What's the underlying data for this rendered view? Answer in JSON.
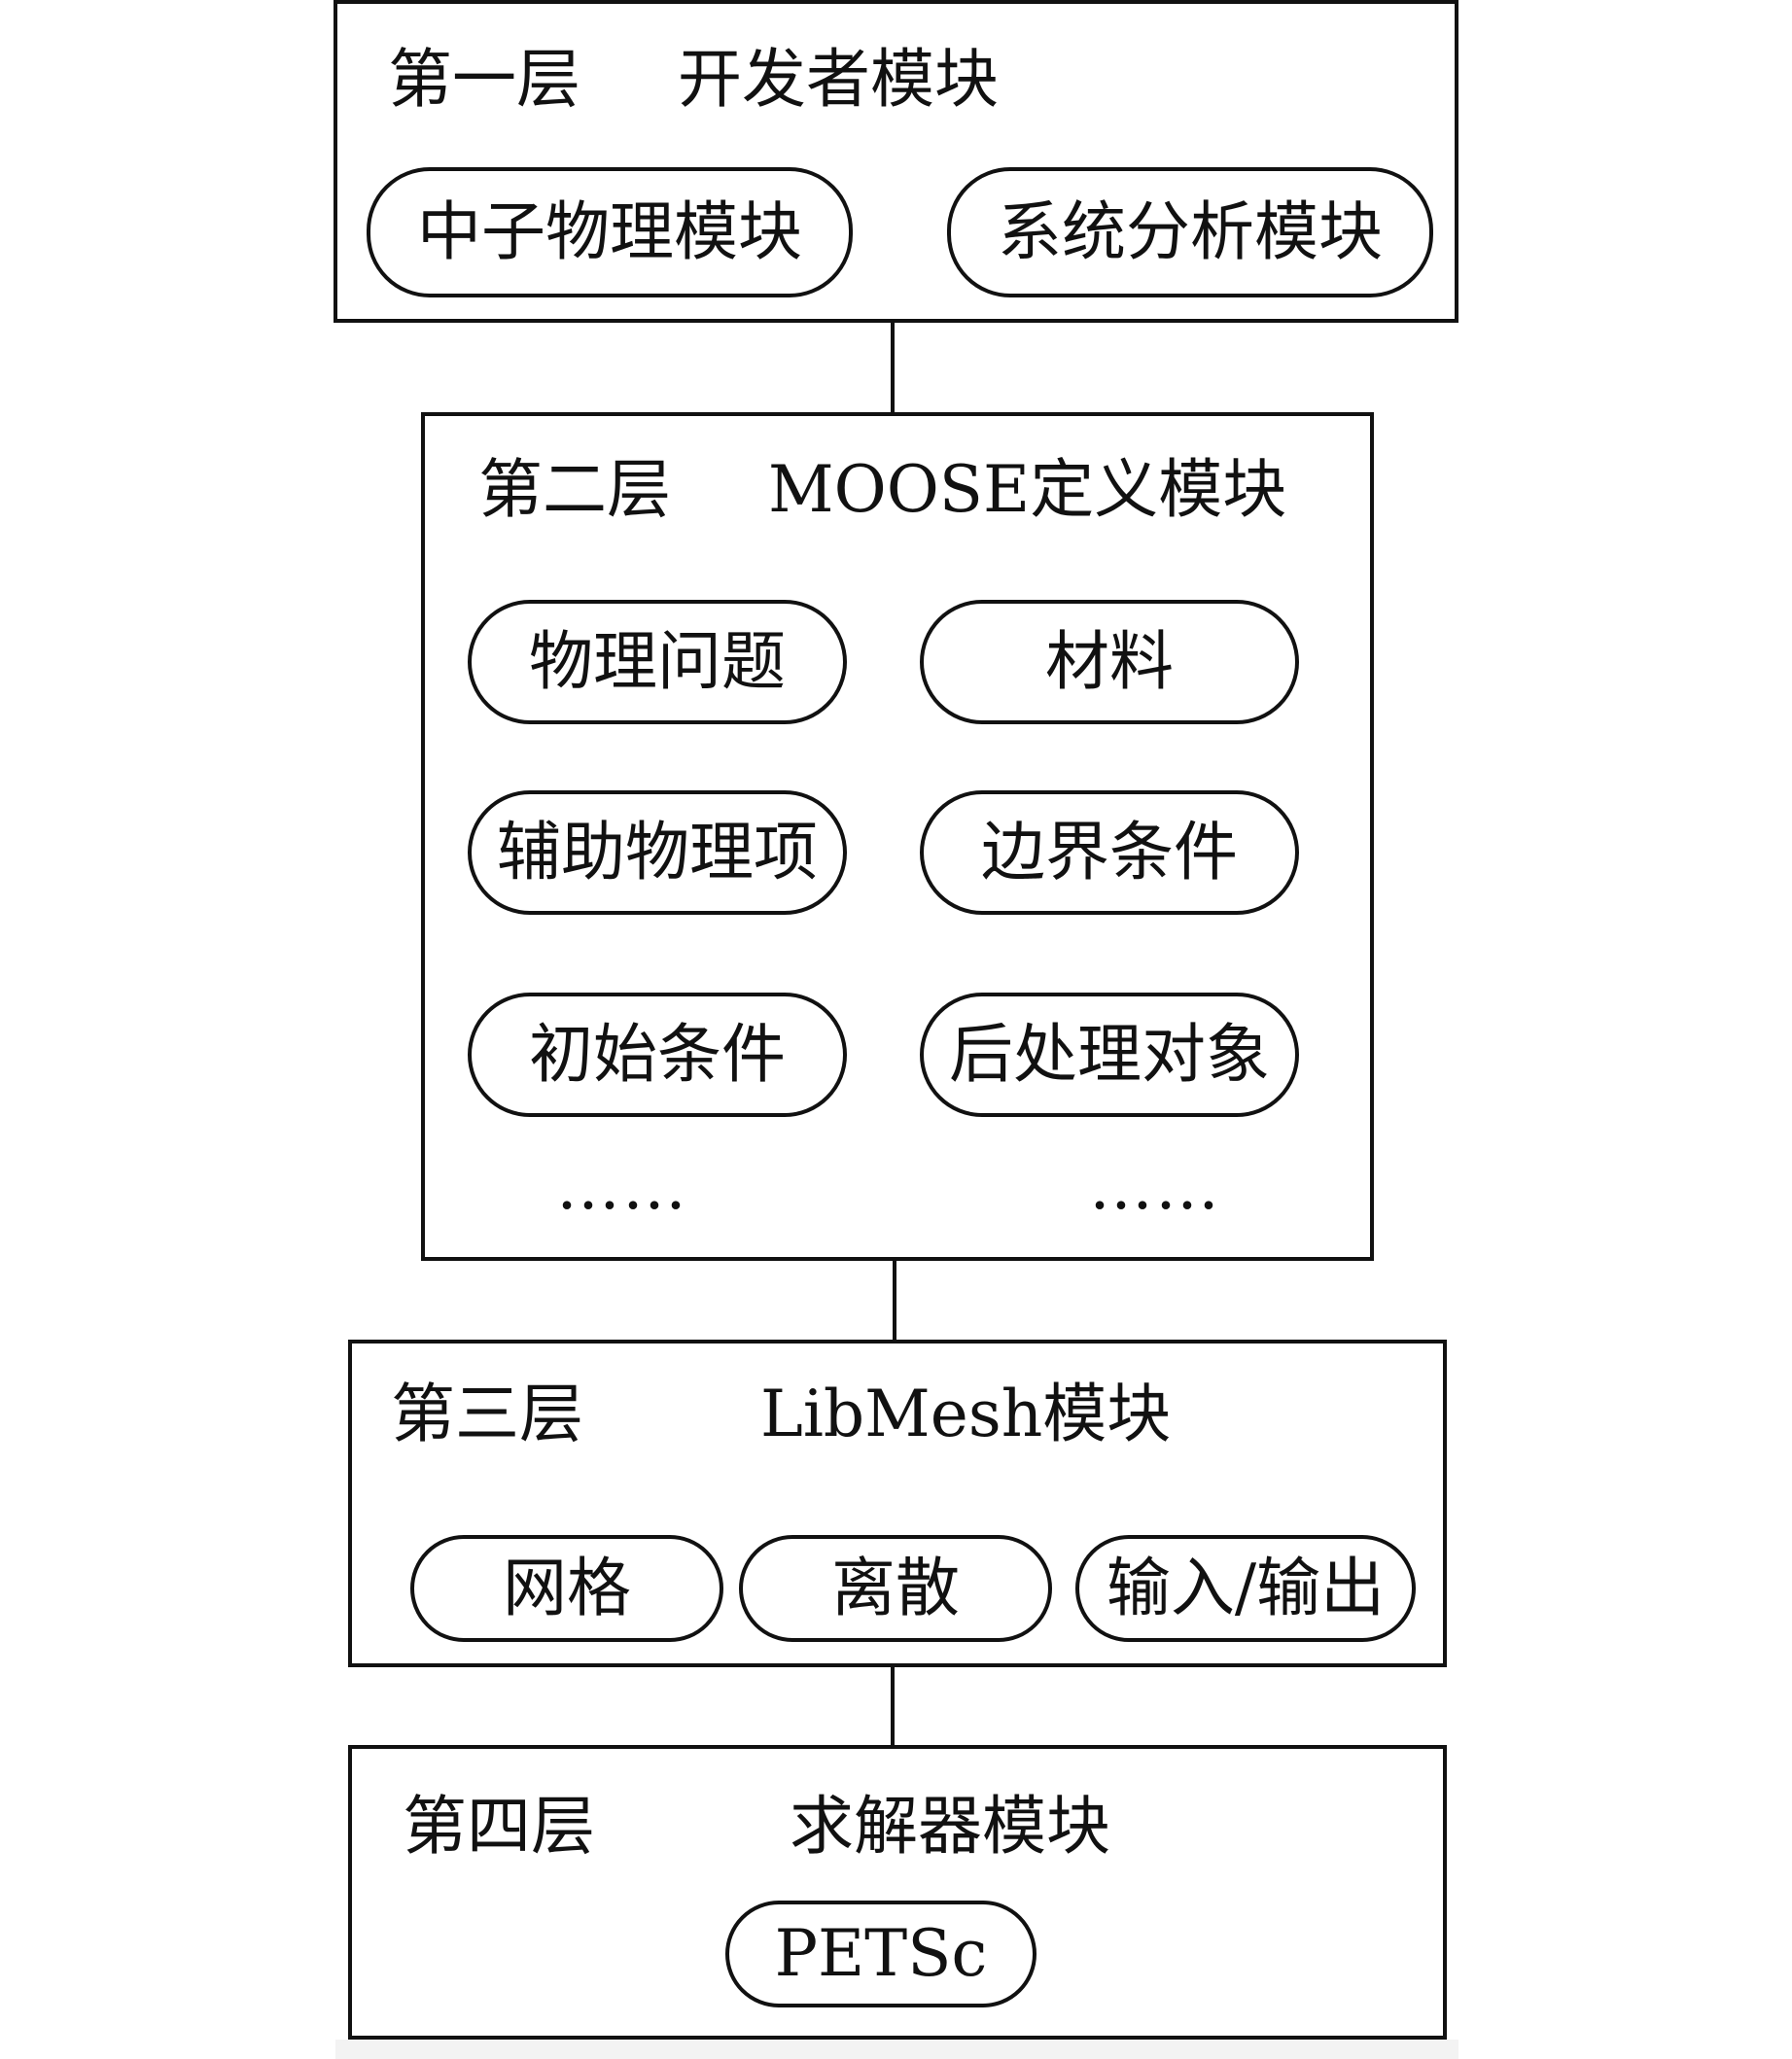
{
  "layers": [
    {
      "level": "第一层",
      "title": "开发者模块",
      "modules": [
        "中子物理模块",
        "系统分析模块"
      ]
    },
    {
      "level": "第二层",
      "title": "MOOSE定义模块",
      "modules": [
        "物理问题",
        "材料",
        "辅助物理项",
        "边界条件",
        "初始条件",
        "后处理对象"
      ],
      "ellipsis": [
        "……",
        "……"
      ]
    },
    {
      "level": "第三层",
      "title": "LibMesh模块",
      "modules": [
        "网格",
        "离散",
        "输入/输出"
      ]
    },
    {
      "level": "第四层",
      "title": "求解器模块",
      "modules": [
        "PETSc"
      ]
    }
  ]
}
